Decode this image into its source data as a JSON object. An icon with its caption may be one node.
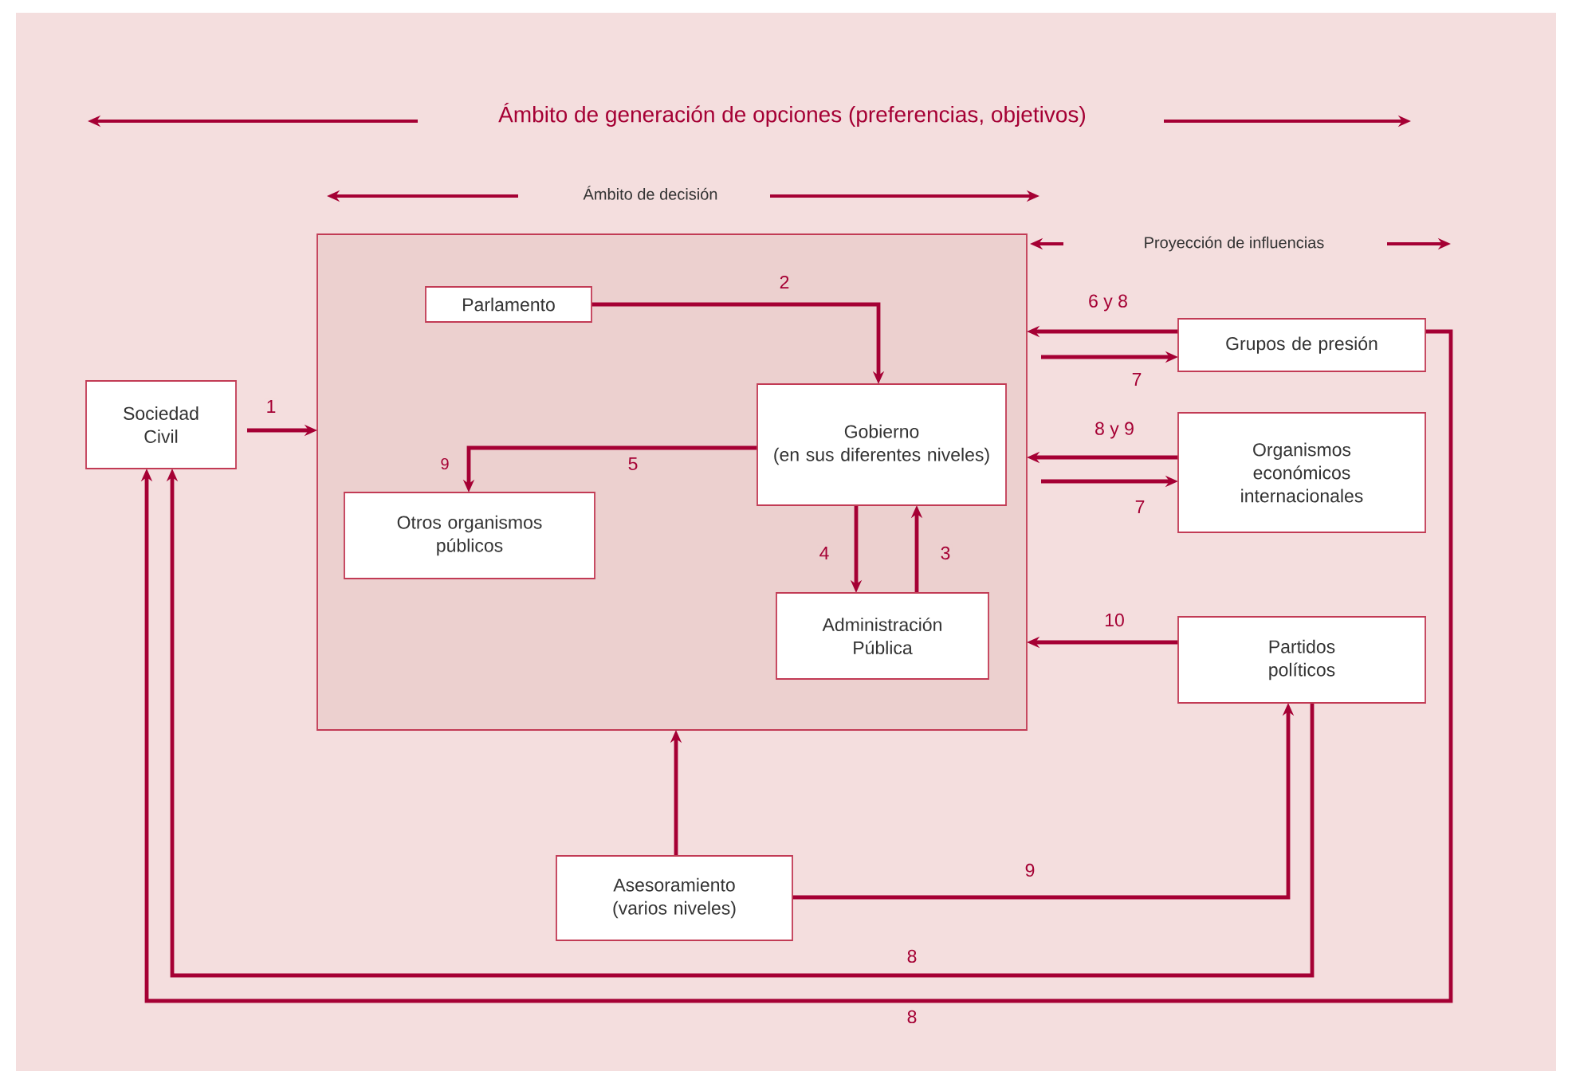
{
  "diagram": {
    "nodes": [
      {
        "text": [],
        "shape": "box"
      },
      {
        "text": [
          "Parlamento"
        ],
        "in": 0
      },
      {
        "text": [
          "Gobierno",
          "(en sus diferentes niveles)"
        ],
        "in": 0
      },
      {
        "text": [
          "Otros organismos públicos"
        ],
        "in": 0
      },
      {
        "text": [
          "Administración Pública"
        ],
        "in": 0
      },
      {
        "text": [
          "Sociedad Civil"
        ]
      },
      {
        "text": [
          "Grupos de presión"
        ]
      },
      {
        "text": [
          "Organismos económicos internacionales"
        ]
      },
      {
        "text": [
          "Partidos políticos"
        ]
      },
      {
        "text": [
          "Asesoramiento",
          "(varios niveles)"
        ]
      }
    ],
    "edges": [
      {
        "from": 5,
        "to": 0,
        "arrow": "to",
        "label": "1"
      },
      {
        "from": 1,
        "to": 2,
        "arrow": "to",
        "label": "2"
      },
      {
        "from": 4,
        "to": 2,
        "arrow": "to",
        "label": "3"
      },
      {
        "from": 2,
        "to": 4,
        "arrow": "to",
        "label": "4"
      },
      {
        "from": 2,
        "to": 3,
        "arrow": "to",
        "label": "5"
      },
      {
        "from": 6,
        "to": 0,
        "arrow": "to",
        "label": "6 y 8"
      },
      {
        "from": 0,
        "to": 6,
        "arrow": "to",
        "label": "7"
      },
      {
        "from": 7,
        "to": 0,
        "arrow": "to",
        "label": "8 y 9"
      },
      {
        "from": 0,
        "to": 7,
        "arrow": "to",
        "label": "7"
      },
      {
        "from": 8,
        "to": 0,
        "arrow": "to",
        "label": "10"
      },
      {
        "from": 9,
        "to": 0,
        "arrow": "to"
      },
      {
        "from": 9,
        "to": 8,
        "arrow": "to",
        "label": "9"
      },
      {
        "from": 8,
        "to": 5,
        "arrow": "to",
        "label": "8"
      },
      {
        "from": 6,
        "to": 5,
        "arrow": "to",
        "label": "8"
      }
    ],
    "labels": [
      "Ámbito de generación de opciones (preferencias, objetivos)",
      "Ámbito de decisión",
      "Proyección de influencias",
      "9"
    ]
  }
}
